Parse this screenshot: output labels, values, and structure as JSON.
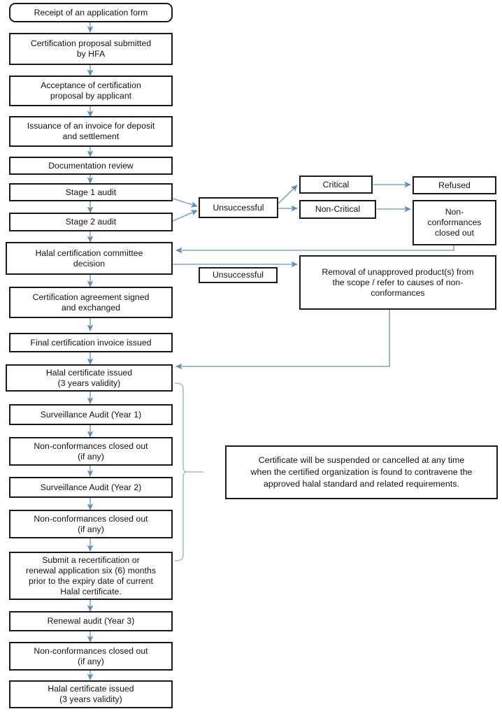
{
  "diagram": {
    "title": "Halal certification process flowchart",
    "accent_color": "#7ba7cc",
    "box_border_color": "#1a1a1a",
    "background_color": "#ffffff"
  },
  "main_flow": [
    {
      "id": "receipt",
      "label": "Receipt of an application form"
    },
    {
      "id": "proposal",
      "label": "Certification proposal submitted by HFA"
    },
    {
      "id": "acceptance",
      "label": "Acceptance of certification proposal by applicant"
    },
    {
      "id": "invoice",
      "label": "Issuance of an invoice for deposit and settlement"
    },
    {
      "id": "doc-review",
      "label": "Documentation review"
    },
    {
      "id": "stage1",
      "label": "Stage 1 audit"
    },
    {
      "id": "stage2",
      "label": "Stage 2 audit"
    },
    {
      "id": "committee",
      "label": "Halal certification committee decision"
    },
    {
      "id": "agreement",
      "label": "Certification agreement signed and exchanged"
    },
    {
      "id": "final-invoice",
      "label": "Final certification invoice issued"
    },
    {
      "id": "cert-issued",
      "label": "Halal certificate issued (3 years validity)"
    },
    {
      "id": "surv1",
      "label": "Surveillance Audit (Year 1)"
    },
    {
      "id": "ncc1",
      "label": "Non-conformances closed out (if any)"
    },
    {
      "id": "surv2",
      "label": "Surveillance Audit (Year 2)"
    },
    {
      "id": "ncc2",
      "label": "Non-conformances closed out (if any)"
    },
    {
      "id": "recert",
      "label": "Submit a recertification or renewal application six (6) months prior to the expiry date of current Halal certificate."
    },
    {
      "id": "renewal-audit",
      "label": "Renewal audit (Year 3)"
    },
    {
      "id": "ncc3",
      "label": "Non-conformances closed out (if any)"
    },
    {
      "id": "cert-issued-2",
      "label": "Halal certificate issued (3 years validity)"
    }
  ],
  "main_flow_lines": {
    "receipt": [
      "Receipt of an application form"
    ],
    "proposal": [
      "Certification proposal submitted",
      "by HFA"
    ],
    "acceptance": [
      "Acceptance of certification",
      "proposal by applicant"
    ],
    "invoice": [
      "Issuance of an invoice for deposit",
      "and settlement"
    ],
    "doc_review": [
      "Documentation review"
    ],
    "stage1": [
      "Stage 1 audit"
    ],
    "stage2": [
      "Stage 2 audit"
    ],
    "committee": [
      "Halal certification committee",
      "decision"
    ],
    "agreement": [
      "Certification agreement signed",
      "and exchanged"
    ],
    "final_invoice": [
      "Final certification invoice issued"
    ],
    "cert_issued": [
      "Halal certificate issued",
      "(3 years validity)"
    ],
    "surv1": [
      "Surveillance Audit (Year 1)"
    ],
    "ncc1": [
      "Non-conformances closed out",
      "(if any)"
    ],
    "surv2": [
      "Surveillance Audit (Year 2)"
    ],
    "ncc2": [
      "Non-conformances closed out",
      "(if any)"
    ],
    "recert": [
      "Submit a recertification or",
      "renewal application six (6) months",
      "prior to the expiry date of current",
      "Halal certificate."
    ],
    "renewal_audit": [
      "Renewal audit (Year 3)"
    ],
    "ncc3": [
      "Non-conformances closed out",
      "(if any)"
    ],
    "cert_issued_2": [
      "Halal certificate issued",
      "(3 years validity)"
    ]
  },
  "branch": {
    "unsuccessful_audit": "Unsuccessful",
    "unsuccessful_committee": "Unsuccessful",
    "critical": "Critical",
    "non_critical": "Non-Critical",
    "refused": "Refused",
    "nonconformances_closed_out_lines": [
      "Non-",
      "conformances",
      "closed out"
    ],
    "removal_lines": [
      "Removal of unapproved product(s) from",
      "the scope / refer to causes of non-",
      "conformances"
    ]
  },
  "note": {
    "lines": [
      "Certificate will be suspended or cancelled at any time",
      "when the certified organization is found to contravene the",
      "approved halal standard and related requirements."
    ]
  }
}
